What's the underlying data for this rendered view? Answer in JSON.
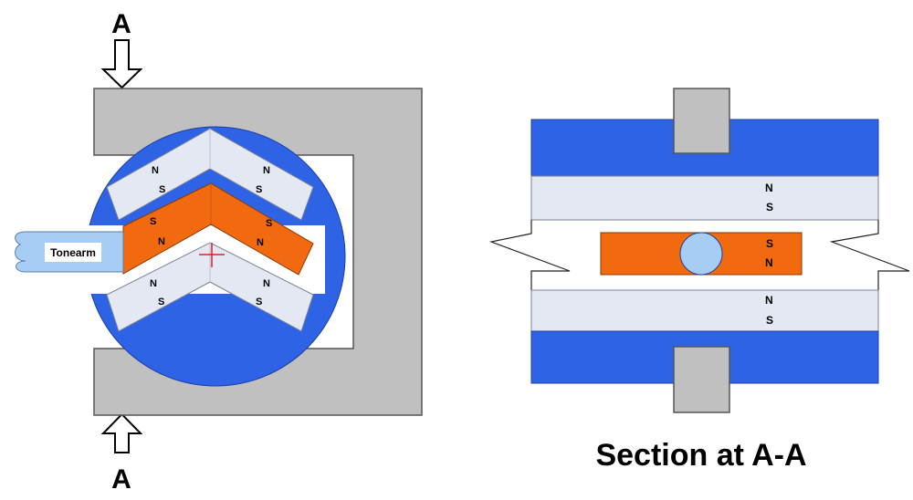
{
  "section_marker_top": "A",
  "section_marker_bottom": "A",
  "tonearm_label": "Tonearm",
  "section_title": "Section at A-A",
  "left_view": {
    "upper_magnet": {
      "pole_outer": "N",
      "pole_inner": "S"
    },
    "moving_magnet": {
      "pole_top": "S",
      "pole_bottom": "N"
    },
    "lower_magnet": {
      "pole_top": "N",
      "pole_bottom": "S"
    }
  },
  "right_view": {
    "upper_magnet": {
      "pole_top": "N",
      "pole_bottom": "S"
    },
    "moving_magnet": {
      "pole_top": "S",
      "pole_bottom": "N"
    },
    "lower_magnet": {
      "pole_top": "N",
      "pole_bottom": "S"
    }
  },
  "colors": {
    "yoke": "#c0c0c0",
    "blue": "#2e63e6",
    "magnet_fixed": "#e4e8f2",
    "magnet_moving": "#f26a10",
    "pivot": "#a8cdf5",
    "pivot_mark": "#dd2222"
  }
}
